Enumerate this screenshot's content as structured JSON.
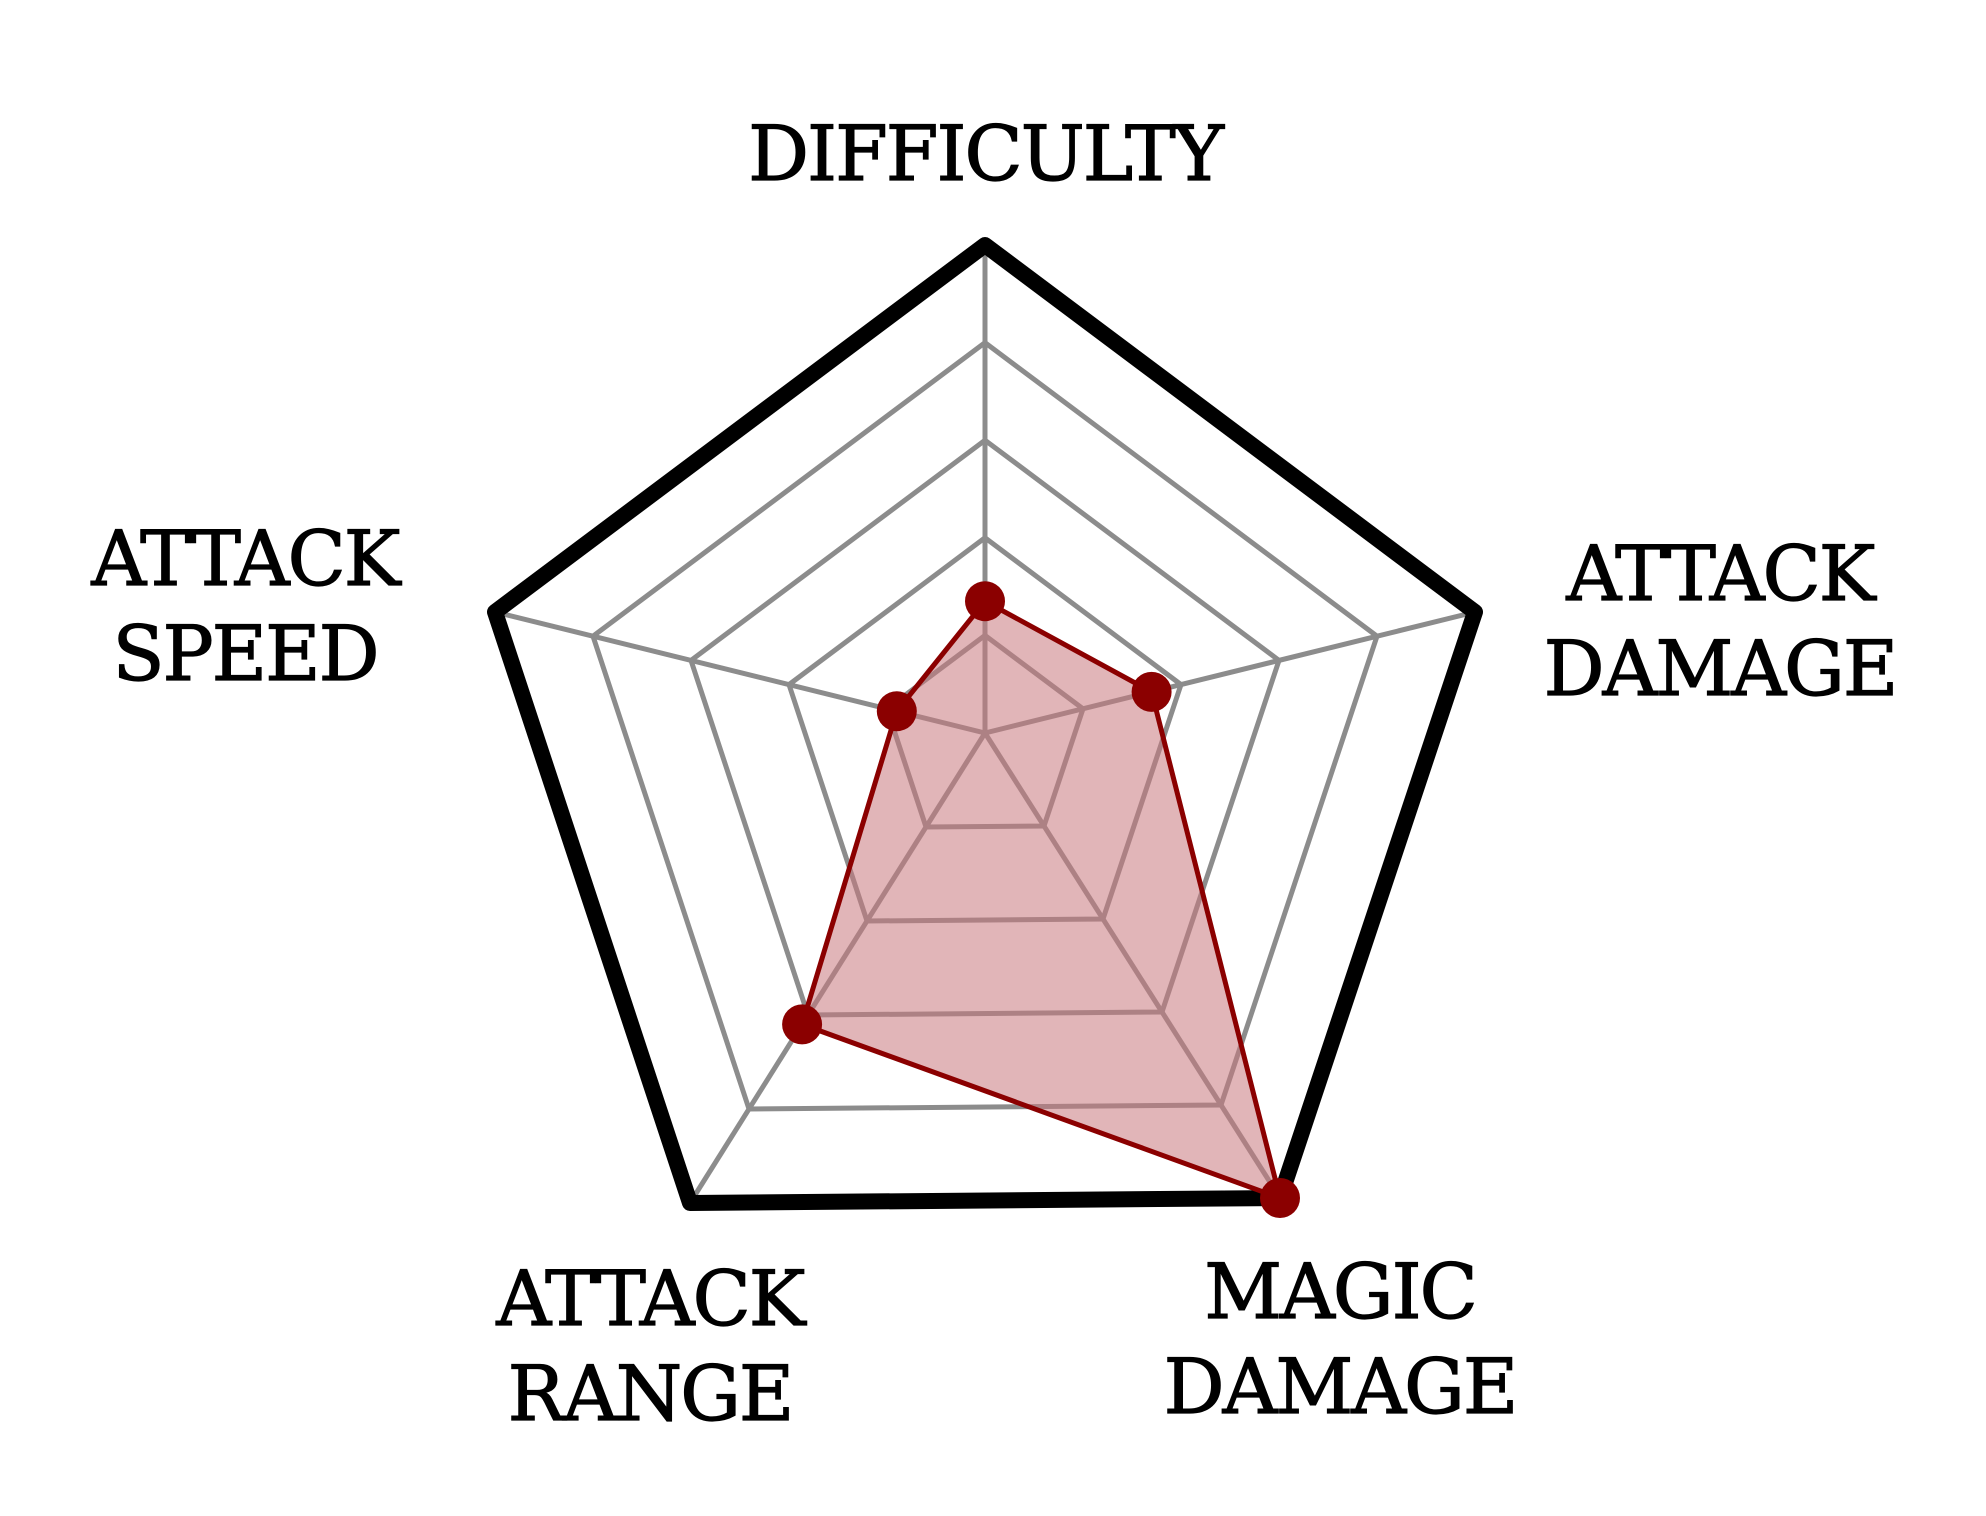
{
  "chart_data": {
    "type": "radar",
    "axes": [
      "DIFFICULTY",
      "ATTACK DAMAGE",
      "MAGIC DAMAGE",
      "ATTACK RANGE",
      "ATTACK SPEED"
    ],
    "label_lines": [
      [
        "DIFFICULTY"
      ],
      [
        "ATTACK",
        "DAMAGE"
      ],
      [
        "MAGIC",
        "DAMAGE"
      ],
      [
        "ATTACK",
        "RANGE"
      ],
      [
        "ATTACK",
        "SPEED"
      ]
    ],
    "series": [
      {
        "values": [
          0.27,
          0.34,
          1.0,
          0.62,
          0.18
        ]
      }
    ],
    "range": [
      0,
      1
    ],
    "rings": 5,
    "grid": true,
    "colors": {
      "series_line": "#8b0000",
      "series_fill": "#c8797d",
      "series_fill_opacity": 0.55,
      "grid": "#8c8c8c",
      "outer_ring": "#000000",
      "label": "#000000"
    }
  }
}
